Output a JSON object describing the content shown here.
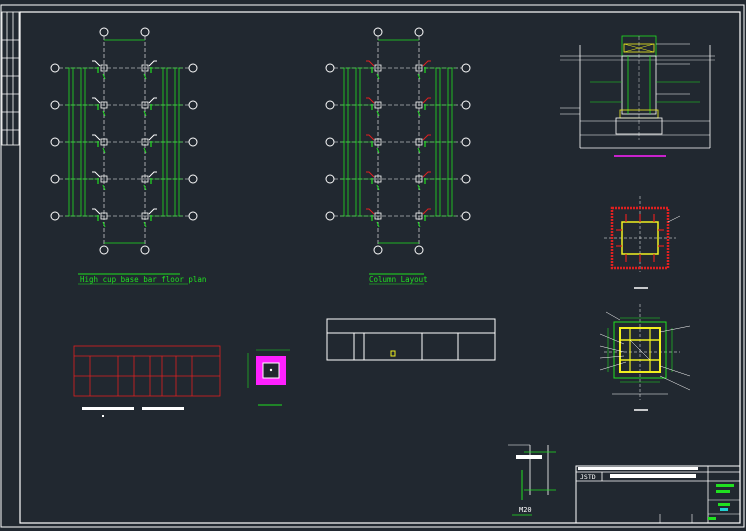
{
  "drawing": {
    "background": "#212830",
    "plan1": {
      "title": "High cup base bar floor plan"
    },
    "plan2": {
      "title": "Column Layout"
    },
    "section": {
      "bottom_label": ""
    },
    "anchor_detail": {
      "label": "M20"
    },
    "title_block": {
      "company_code": "JSTD"
    }
  },
  "colors": {
    "frame": "#ffffff",
    "green": "#20e020",
    "red": "#e02020",
    "magenta": "#ff20ff",
    "yellow": "#f0f020",
    "cyan": "#20d0d0"
  }
}
